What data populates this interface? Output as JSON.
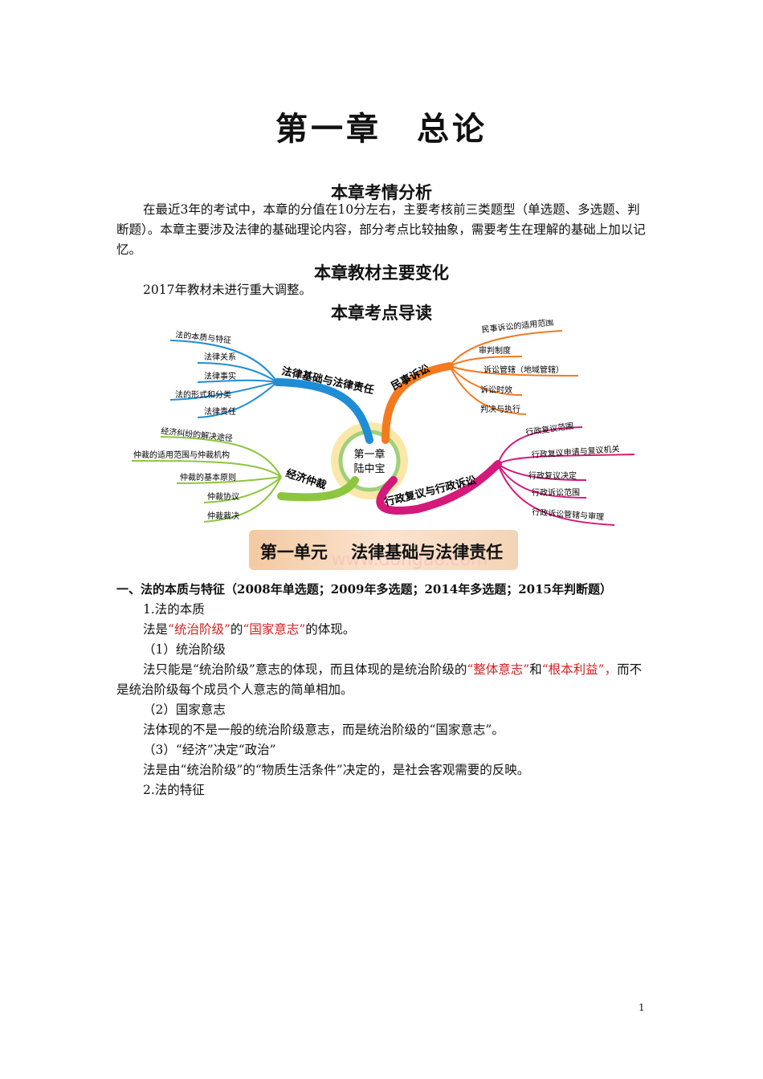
{
  "chapter": {
    "part1": "第一章",
    "part2": "总论"
  },
  "analysis": {
    "heading": "本章考情分析",
    "body": "在最近3年的考试中，本章的分值在10分左右，主要考核前三类题型（单选题、多选题、判断题）。本章主要涉及法律的基础理论内容，部分考点比较抽象，需要考生在理解的基础上加以记忆。"
  },
  "changes": {
    "heading": "本章教材主要变化",
    "body": "2017年教材未进行重大调整。"
  },
  "guide": {
    "heading": "本章考点导读"
  },
  "mindmap": {
    "center_line1": "第一章",
    "center_line2": "陆中宝",
    "branches": {
      "law_basics": {
        "label": "法律基础与法律责任",
        "color": "#1f8dd6",
        "items": [
          "法的本质与特征",
          "法律关系",
          "法律事实",
          "法的形式和分类",
          "法律责任"
        ]
      },
      "civil": {
        "label": "民事诉讼",
        "color": "#f47a1f",
        "items": [
          "民事诉讼的适用范围",
          "审判制度",
          "诉讼管辖（地域管辖）",
          "诉讼时效",
          "判决与执行"
        ]
      },
      "arbitration": {
        "label": "经济仲裁",
        "color": "#8cc63f",
        "items": [
          "经济纠纷的解决途径",
          "仲裁的适用范围与仲裁机构",
          "仲裁的基本原则",
          "仲裁协议",
          "仲裁裁决"
        ]
      },
      "admin": {
        "label": "行政复议与行政诉讼",
        "color": "#d4197a",
        "items": [
          "行政复议范围",
          "行政复议申请与复议机关",
          "行政复议决定",
          "行政诉讼范围",
          "行政诉讼管辖与审理"
        ]
      }
    }
  },
  "unit": {
    "title": "第一单元",
    "subtitle": "法律基础与法律责任",
    "watermark": "www.dongao.com"
  },
  "section1": {
    "heading": "一、法的本质与特征（2008年单选题；2009年多选题；2014年多选题；2015年判断题）",
    "sub1": "1.法的本质",
    "l1_a": "法是",
    "l1_red1": "“统治阶级”",
    "l1_b": "的",
    "l1_red2": "“国家意志”",
    "l1_c": "的体现。",
    "p1_label": "（1）统治阶级",
    "p1_a": "法只能是“统治阶级”意志的体现，而且体现的是统治阶级的",
    "p1_red1": "“整体意志”",
    "p1_b": "和",
    "p1_red2": "“根本利益”，",
    "p1_c": "而不是统治阶级每个成员个人意志的简单相加。",
    "p2_label": "（2）国家意志",
    "p2_text": "法体现的不是一般的统治阶级意志，而是统治阶级的“国家意志”。",
    "p3_label": "（3）“经济”决定“政治”",
    "p3_text": "法是由“统治阶级”的“物质生活条件”决定的，是社会客观需要的反映。",
    "sub2": "2.法的特征"
  },
  "page_number": "1"
}
